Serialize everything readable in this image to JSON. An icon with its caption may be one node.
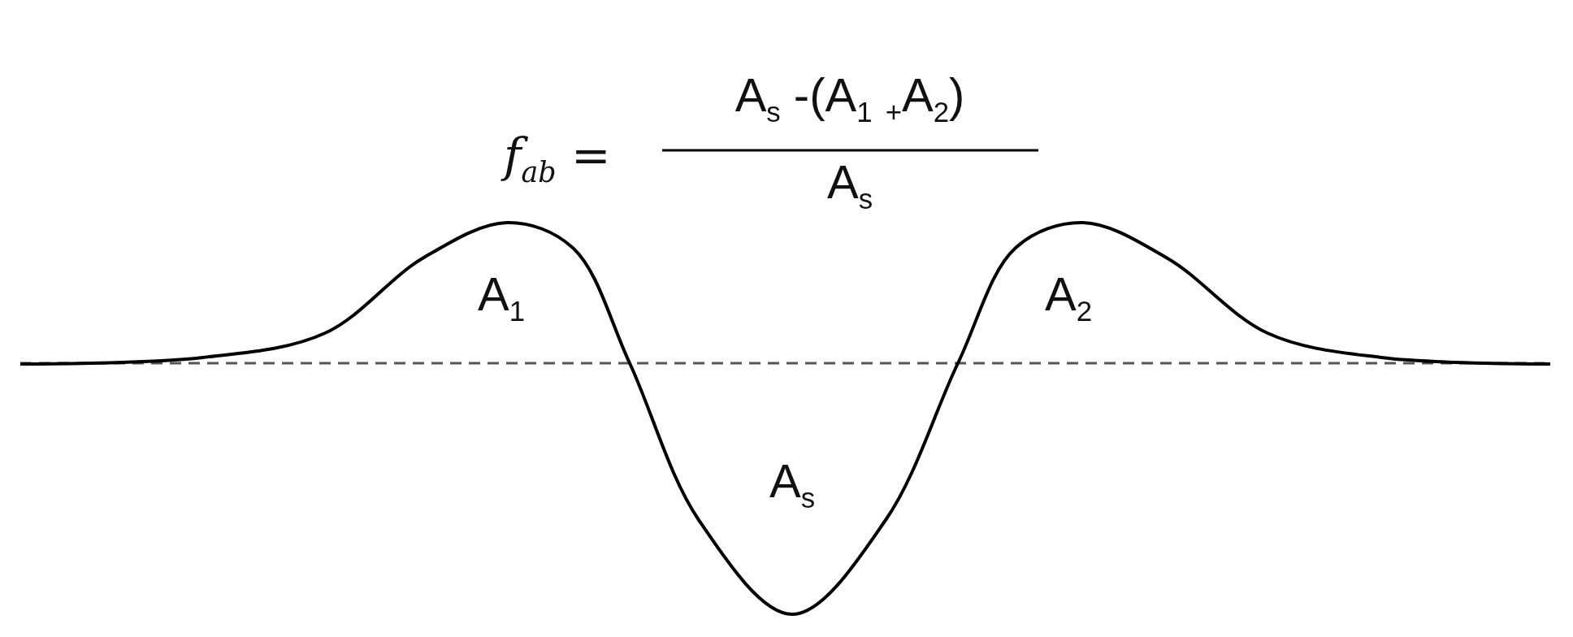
{
  "diagram": {
    "labels": [
      "f$_{ab}$ =",
      "A$_{s}$ -(A$_{1}$ $_{+}$A$_{2}$)",
      "A$_{s}$",
      "A$_{1}$",
      "A$_{2}$",
      "A$_{s}$"
    ]
  }
}
